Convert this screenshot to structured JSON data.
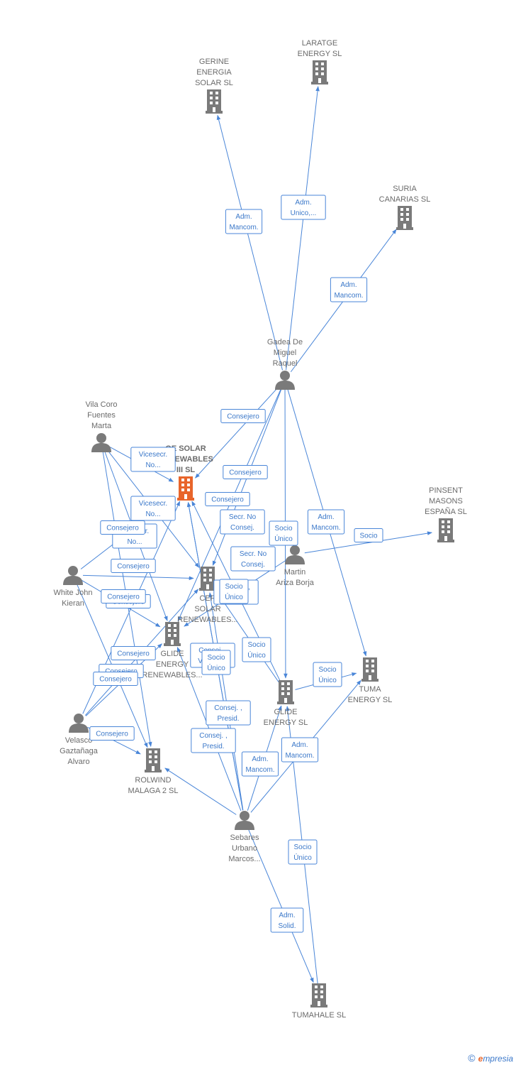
{
  "colors": {
    "edge": "#4a86d8",
    "node": "#7a7a7a",
    "main_node": "#e8652b",
    "label": "#6b6b6b"
  },
  "nodes": [
    {
      "id": "gerine",
      "type": "company",
      "icon": "building-icon",
      "label": [
        "GERINE",
        "ENERGIA",
        "SOLAR  SL"
      ]
    },
    {
      "id": "laratge",
      "type": "company",
      "icon": "building-icon",
      "label": [
        "LARATGE",
        "ENERGY  SL"
      ]
    },
    {
      "id": "suria",
      "type": "company",
      "icon": "building-icon",
      "label": [
        "SURIA",
        "CANARIAS SL"
      ]
    },
    {
      "id": "gadea",
      "type": "person",
      "icon": "person-icon",
      "label": [
        "Gadea De",
        "Miguel",
        "Raquel"
      ]
    },
    {
      "id": "vila",
      "type": "person",
      "icon": "person-icon",
      "label": [
        "Vila Coro",
        "Fuentes",
        "Marta"
      ]
    },
    {
      "id": "gesolar",
      "type": "company",
      "main": true,
      "icon": "building-icon",
      "label": [
        "GE SOLAR",
        "RENEWABLES",
        "III  SL"
      ]
    },
    {
      "id": "pinsent",
      "type": "company",
      "icon": "building-icon",
      "label": [
        "PINSENT",
        "MASONS",
        "ESPAÑA  SL"
      ]
    },
    {
      "id": "martin",
      "type": "person",
      "icon": "person-icon",
      "label": [
        "Martin",
        "Ariza Borja"
      ]
    },
    {
      "id": "white",
      "type": "person",
      "icon": "person-icon",
      "label": [
        "White John",
        "Kieran"
      ]
    },
    {
      "id": "cer",
      "type": "company",
      "icon": "building-icon",
      "label": [
        "CER",
        "SOLAR",
        "RENEWABLES..."
      ]
    },
    {
      "id": "glideren",
      "type": "company",
      "icon": "building-icon",
      "label": [
        "GLIDE",
        "ENERGY",
        "RENEWABLES..."
      ]
    },
    {
      "id": "tuma",
      "type": "company",
      "icon": "building-icon",
      "label": [
        "TUMA",
        "ENERGY  SL"
      ]
    },
    {
      "id": "glide",
      "type": "company",
      "icon": "building-icon",
      "label": [
        "GLIDE",
        "ENERGY  SL"
      ]
    },
    {
      "id": "velasco",
      "type": "person",
      "icon": "person-icon",
      "label": [
        "Velasco",
        "Gaztañaga",
        "Alvaro"
      ]
    },
    {
      "id": "rolwind",
      "type": "company",
      "icon": "building-icon",
      "label": [
        "ROLWIND",
        "MALAGA 2  SL"
      ]
    },
    {
      "id": "sebares",
      "type": "person",
      "icon": "person-icon",
      "label": [
        "Sebares",
        "Urbano",
        "Marcos..."
      ]
    },
    {
      "id": "tumahale",
      "type": "company",
      "icon": "building-icon",
      "label": [
        "TUMAHALE  SL"
      ]
    }
  ],
  "edges": [
    {
      "from": "gadea",
      "to": "gerine",
      "label": [
        "Adm.",
        "Mancom."
      ]
    },
    {
      "from": "gadea",
      "to": "laratge",
      "label": [
        "Adm.",
        "Unico,..."
      ]
    },
    {
      "from": "gadea",
      "to": "suria",
      "label": [
        "Adm.",
        "Mancom."
      ]
    },
    {
      "from": "gadea",
      "to": "gesolar",
      "label": [
        "Consejero"
      ]
    },
    {
      "from": "gadea",
      "to": "cer",
      "label": [
        "Consejero"
      ]
    },
    {
      "from": "gadea",
      "to": "glideren",
      "label": [
        "Consejero"
      ]
    },
    {
      "from": "gadea",
      "to": "glide",
      "label": [
        "Secr.  No",
        "Consej."
      ]
    },
    {
      "from": "gadea",
      "to": "tuma",
      "label": [
        "Adm.",
        "Mancom."
      ]
    },
    {
      "from": "martin",
      "to": "pinsent",
      "label": [
        "Socio"
      ]
    },
    {
      "from": "martin",
      "to": "glideren",
      "label": [
        "Secr.  No",
        "Consej."
      ]
    },
    {
      "from": "vila",
      "to": "gesolar",
      "label": [
        "Vicesecr.",
        "No..."
      ]
    },
    {
      "from": "vila",
      "to": "cer",
      "label": [
        "Vicesecr.",
        "No..."
      ]
    },
    {
      "from": "vila",
      "to": "glideren",
      "label": [
        "Vicesecr.",
        "No..."
      ]
    },
    {
      "from": "vila",
      "to": "rolwind",
      "label": [
        "Consejero"
      ]
    },
    {
      "from": "white",
      "to": "gesolar",
      "label": [
        "Consejero"
      ]
    },
    {
      "from": "white",
      "to": "cer",
      "label": [
        "Consejero"
      ]
    },
    {
      "from": "white",
      "to": "glideren",
      "label": [
        "Consejero"
      ]
    },
    {
      "from": "white",
      "to": "rolwind",
      "label": [
        "Consejero"
      ]
    },
    {
      "from": "velasco",
      "to": "gesolar",
      "label": [
        "Consejero"
      ]
    },
    {
      "from": "velasco",
      "to": "cer",
      "label": [
        "Consejero"
      ]
    },
    {
      "from": "velasco",
      "to": "glideren",
      "label": [
        "Consejero"
      ]
    },
    {
      "from": "velasco",
      "to": "rolwind",
      "label": [
        "Consej. ,",
        "Vicepres."
      ]
    },
    {
      "from": "sebares",
      "to": "gesolar",
      "label": [
        "Consej. ,",
        "Presid."
      ]
    },
    {
      "from": "sebares",
      "to": "cer",
      "label": [
        "Socio",
        "Único"
      ]
    },
    {
      "from": "sebares",
      "to": "glideren",
      "label": [
        "Socio",
        "Único"
      ]
    },
    {
      "from": "sebares",
      "to": "glide",
      "label": [
        "Adm.",
        "Mancom."
      ]
    },
    {
      "from": "sebares",
      "to": "tuma",
      "label": [
        "Adm.",
        "Mancom."
      ]
    },
    {
      "from": "sebares",
      "to": "rolwind",
      "label": [
        "Consej. ,",
        "Presid."
      ]
    },
    {
      "from": "sebares",
      "to": "tumahale",
      "label": [
        "Adm.",
        "Solid."
      ]
    },
    {
      "from": "tumahale",
      "to": "glide",
      "label": [
        "Socio",
        "Único"
      ]
    },
    {
      "from": "glide",
      "to": "tuma",
      "label": [
        "Socio",
        "Único"
      ]
    },
    {
      "from": "glide",
      "to": "cer",
      "label": [
        "Socio",
        "Único"
      ]
    },
    {
      "from": "glide",
      "to": "gesolar",
      "label": [
        "Socio",
        "Único"
      ]
    },
    {
      "from": "sebares",
      "to": "gesolar",
      "label": [
        "Consej. ,",
        "Presid."
      ]
    }
  ],
  "footer": {
    "copyright": "©",
    "brand_initial": "e",
    "brand_rest": "mpresia"
  }
}
